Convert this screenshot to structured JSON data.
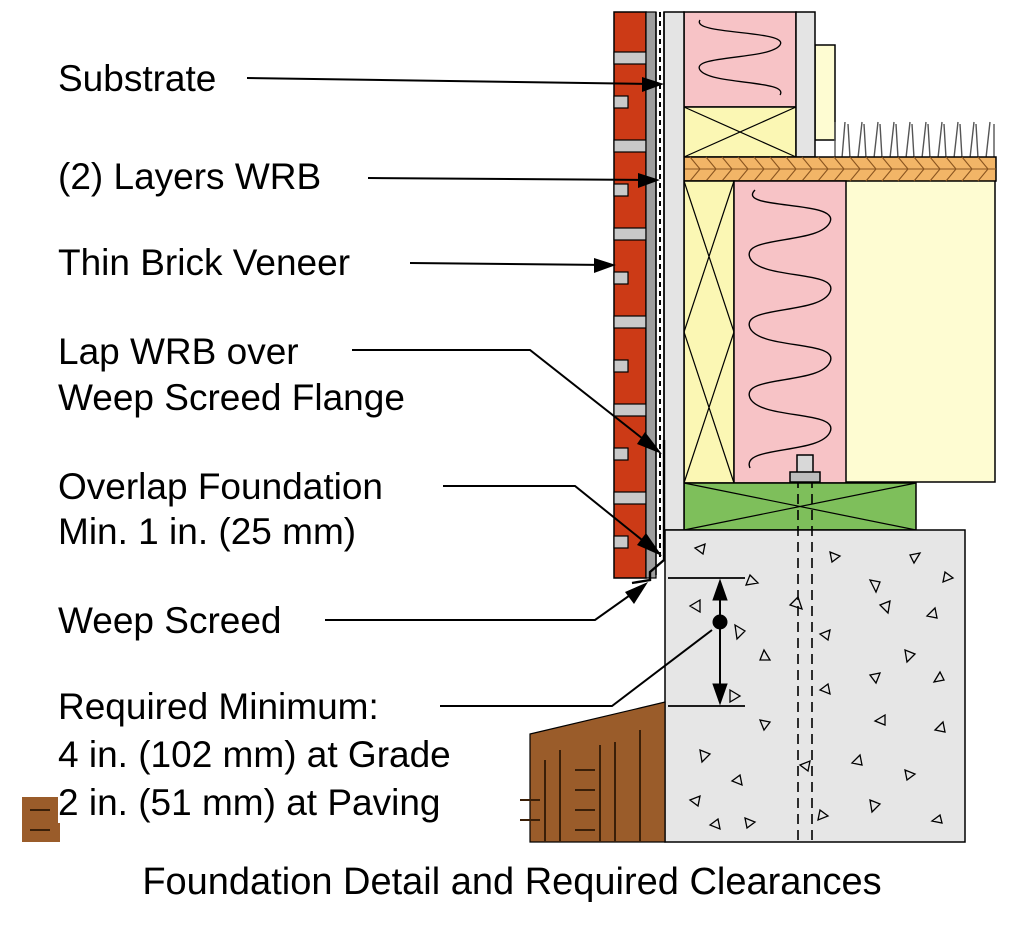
{
  "diagram": {
    "caption": "Foundation Detail and Required Clearances",
    "labels": {
      "substrate": "Substrate",
      "wrb": "(2) Layers WRB",
      "veneer": "Thin Brick Veneer",
      "lap_line1": "Lap WRB over",
      "lap_line2": "Weep Screed Flange",
      "overlap_line1": "Overlap Foundation",
      "overlap_line2": "Min. 1 in. (25 mm)",
      "weep": "Weep Screed",
      "req_line1": "Required Minimum:",
      "req_line2": "4 in. (102 mm) at Grade",
      "req_line3": "2 in. (51 mm) at Paving"
    },
    "colors": {
      "brick": "#cc3a16",
      "mortar": "#c9c9c9",
      "insulation": "#f7c3c6",
      "lumber": "#fbf7b4",
      "sill_plate": "#7ebf5b",
      "subfloor": "#f2b567",
      "concrete": "#e6e6e6",
      "soil": "#9a5c2a",
      "drywall": "#fefcd2"
    }
  }
}
